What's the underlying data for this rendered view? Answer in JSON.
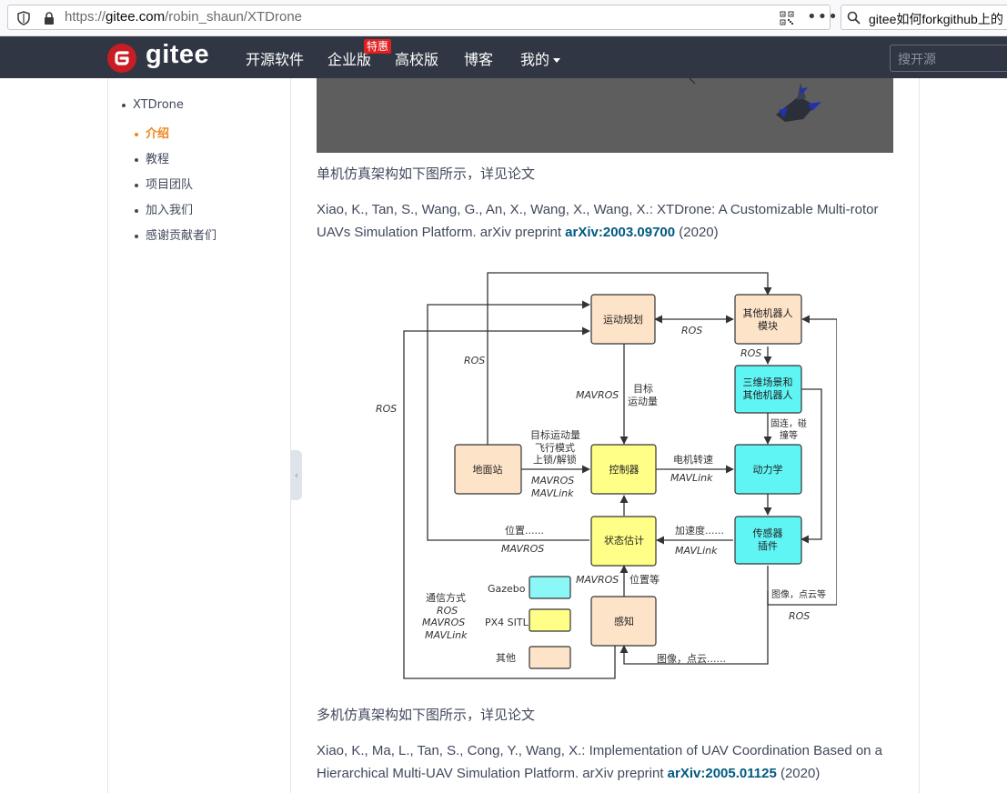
{
  "browser": {
    "url_prefix": "https://",
    "url_domain": "gitee.com",
    "url_path": "/robin_shaun/XTDrone",
    "menu_dots": "•••",
    "search_text": "gitee如何forkgithub上的"
  },
  "nav": {
    "logo_text": "gitee",
    "items": [
      "开源软件",
      "企业版",
      "高校版",
      "博客",
      "我的"
    ],
    "badge": "特惠",
    "search_placeholder": "搜开源"
  },
  "sidebar": {
    "root": "XTDrone",
    "items": [
      "介绍",
      "教程",
      "项目团队",
      "加入我们",
      "感谢贡献者们"
    ],
    "active_index": 0,
    "collapse_glyph": "‹"
  },
  "content": {
    "single_heading": "单机仿真架构如下图所示，详见论文",
    "single_citation_pre": "Xiao, K., Tan, S., Wang, G., An, X., Wang, X., Wang, X.: XTDrone: A Customizable Multi-rotor UAVs Simulation Platform. arXiv preprint ",
    "single_citation_link": "arXiv:2003.09700",
    "single_citation_post": " (2020)",
    "multi_heading": "多机仿真架构如下图所示，详见论文",
    "multi_citation_pre": "Xiao, K., Ma, L., Tan, S., Cong, Y., Wang, X.: Implementation of UAV Coordination Based on a Hierarchical Multi-UAV Simulation Platform. arXiv preprint ",
    "multi_citation_link": "arXiv:2005.01125",
    "multi_citation_post": " (2020)"
  },
  "diagram": {
    "nodes": {
      "motion_planning": "运动规划",
      "other_robots_1": "其他机器人",
      "other_robots_2": "模块",
      "scene_1": "三维场景和",
      "scene_2": "其他机器人",
      "ground_station": "地面站",
      "controller": "控制器",
      "dynamics": "动力学",
      "state_estimation": "状态估计",
      "sensor_1": "传感器",
      "sensor_2": "插件",
      "perception": "感知"
    },
    "labels": {
      "ros_top": "ROS",
      "ros_other": "ROS",
      "ros_left_inner": "ROS",
      "ros_left_outer": "ROS",
      "ros_right": "ROS",
      "mavros_plan": "MAVROS",
      "target_1": "目标",
      "target_2": "运动量",
      "gs_cmd_1": "目标运动量",
      "gs_cmd_2": "飞行模式",
      "gs_cmd_3": "上锁/解锁",
      "gs_mavros": "MAVROS",
      "gs_mavlink": "MAVLink",
      "motor": "电机转速",
      "motor_mavlink": "MAVLink",
      "collision_1": "固连，碰",
      "collision_2": "撞等",
      "position": "位置......",
      "position_mavros": "MAVROS",
      "accel": "加速度......",
      "accel_mavlink": "MAVLink",
      "percep_mavros": "MAVROS",
      "percep_pos": "位置等",
      "image_cloud_right": "图像，点云等",
      "image_cloud_bottom": "图像，点云......"
    },
    "legend": {
      "title": "通信方式",
      "ros": "ROS",
      "mavros": "MAVROS",
      "mavlink": "MAVLink",
      "gazebo": "Gazebo",
      "px4": "PX4 SITL",
      "other": "其他"
    },
    "colors": {
      "orange_node": "#fde3c8",
      "yellow_node": "#ffff88",
      "cyan_node": "#5ff5f5",
      "gazebo_legend": "#8cf7f7"
    }
  }
}
